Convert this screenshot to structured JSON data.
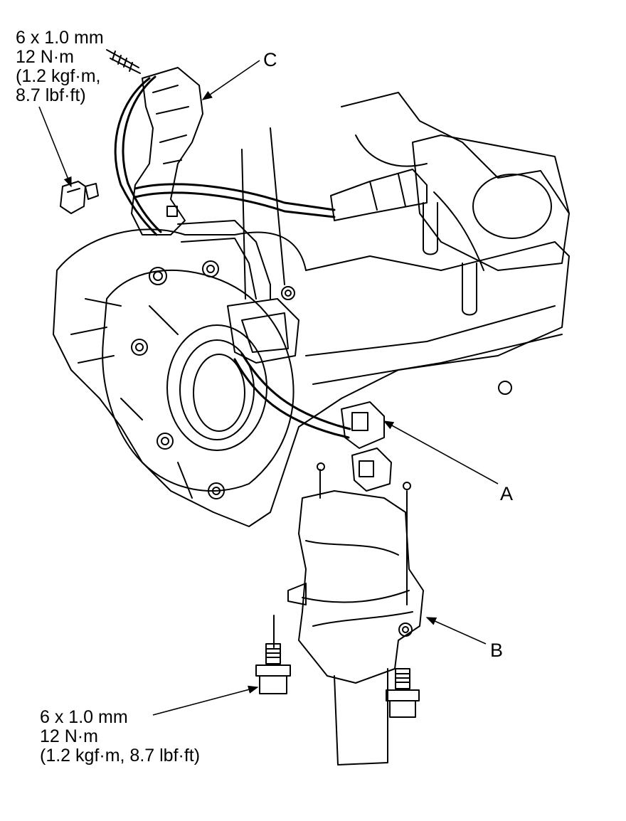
{
  "colors": {
    "ink": "#000000",
    "paper": "#ffffff"
  },
  "labels": {
    "callout_a": "A",
    "callout_b": "B",
    "callout_c": "C"
  },
  "specs": {
    "top_bolt": {
      "size": "6 x 1.0 mm",
      "torque": "12 N·m",
      "kgf_line1": "(1.2 kgf·m,",
      "kgf_line2": "8.7 lbf·ft)"
    },
    "bottom_bolts": {
      "size": "6 x 1.0 mm",
      "torque": "12 N·m",
      "kgf": "(1.2 kgf·m, 8.7 lbf·ft)"
    }
  }
}
